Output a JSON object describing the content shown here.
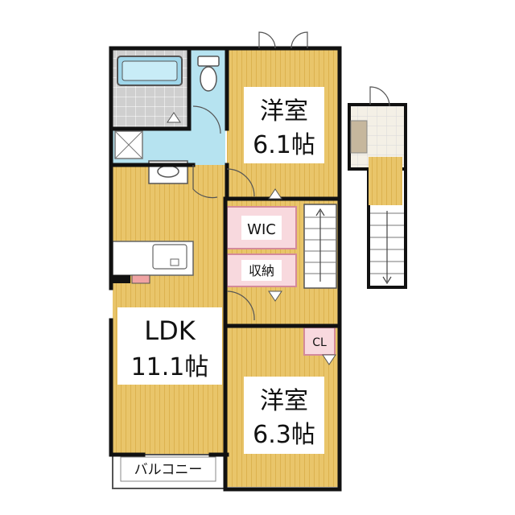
{
  "rooms": {
    "bedroom_north": {
      "name": "洋室",
      "size": "6.1帖"
    },
    "bedroom_south": {
      "name": "洋室",
      "size": "6.3帖"
    },
    "ldk": {
      "name": "LDK",
      "size": "11.1帖"
    },
    "wic": {
      "name": "WIC"
    },
    "storage": {
      "name": "収納"
    },
    "closet": {
      "name": "CL"
    },
    "balcony": {
      "name": "バルコニー"
    }
  },
  "colors": {
    "wood_floor": "#e9c56a",
    "wood_stripe": "#dcb24f",
    "wet_area": "#b6e3f0",
    "tile": "#c9c9c9",
    "storage_fill": "#f8d9de",
    "storage_border": "#d48a9a",
    "wall": "#111111",
    "label_box": "#ffffff"
  },
  "icons": [
    "door-swing-icon",
    "stairs-arrow-icon",
    "bathtub-icon",
    "toilet-icon",
    "sink-icon",
    "kitchen-counter-icon"
  ]
}
